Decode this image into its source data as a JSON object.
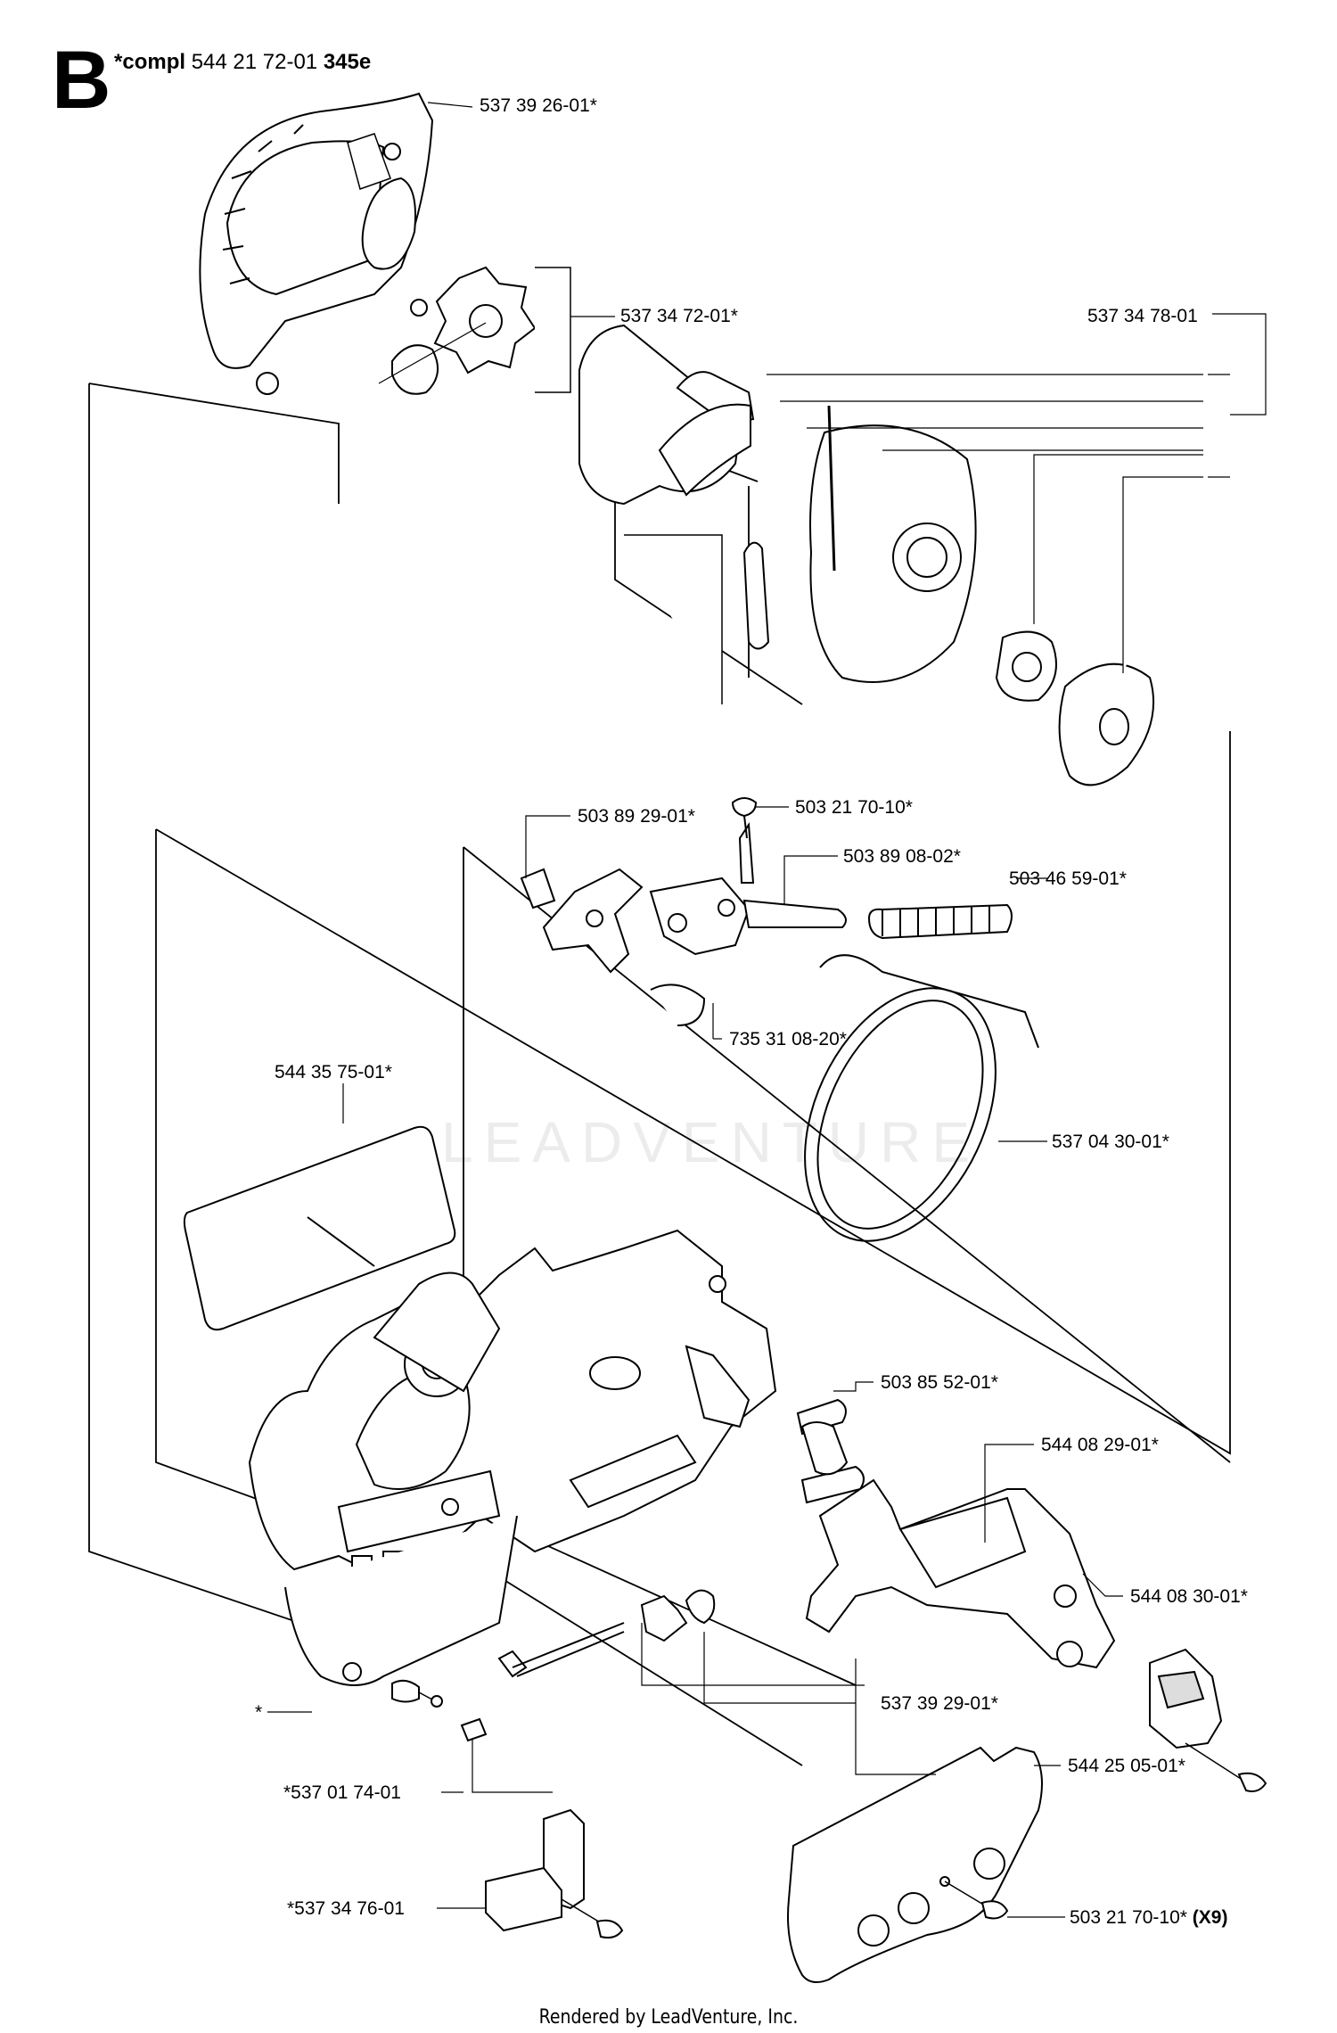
{
  "header": {
    "section_letter": "B",
    "compl_prefix": "*compl",
    "compl_number": "544 21 72-01",
    "compl_model": "345e"
  },
  "labels": [
    {
      "id": "p1",
      "text": "537 39 26-01*"
    },
    {
      "id": "p2",
      "text": "537 34 72-01*"
    },
    {
      "id": "p3",
      "text": "537 34 78-01"
    },
    {
      "id": "p4",
      "text": "503 89 29-01*"
    },
    {
      "id": "p5",
      "text": "503 21 70-10*"
    },
    {
      "id": "p6",
      "text": "503 89 08-02*"
    },
    {
      "id": "p7",
      "text": "503 46 59-01*"
    },
    {
      "id": "p8",
      "text": "735 31 08-20*"
    },
    {
      "id": "p9",
      "text": "544 35 75-01*"
    },
    {
      "id": "p10",
      "text": "537 04 30-01*"
    },
    {
      "id": "p11",
      "text": "503 85 52-01*"
    },
    {
      "id": "p12",
      "text": "544 08 29-01*"
    },
    {
      "id": "p13",
      "text": "544 08 30-01*"
    },
    {
      "id": "p14",
      "text": "*"
    },
    {
      "id": "p15",
      "text": "537 39 29-01*"
    },
    {
      "id": "p16",
      "text": "*537 01 74-01"
    },
    {
      "id": "p17",
      "text": "544 25 05-01*"
    },
    {
      "id": "p18",
      "text": "*537 34 76-01"
    },
    {
      "id": "p19",
      "text": "503 21 70-10*",
      "suffix": "(X9)"
    }
  ],
  "watermark": "LEADVENTURE",
  "footer": "Rendered by LeadVenture, Inc.",
  "colors": {
    "ink": "#000000",
    "part_fill": "#ffffff",
    "shade": "#d8d8d8"
  }
}
